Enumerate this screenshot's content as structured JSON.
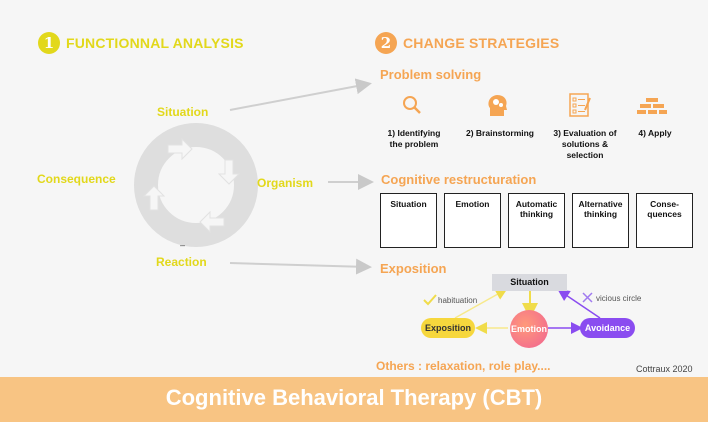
{
  "left": {
    "number": "1",
    "title": "FUNCTIONNAL ANALYSIS",
    "situation": "Situation",
    "consequence": "Consequence",
    "organism": "Organism",
    "dash": "–",
    "reaction": "Reaction"
  },
  "right": {
    "number": "2",
    "title": "CHANGE STRATEGIES",
    "problem_solving": {
      "title": "Problem solving",
      "steps": [
        {
          "label": "1) Identifying the problem",
          "icon": "magnifier-icon"
        },
        {
          "label": "2) Brainstorming",
          "icon": "head-gears-icon"
        },
        {
          "label": "3) Evaluation of solutions & selection",
          "icon": "checklist-icon"
        },
        {
          "label": "4) Apply",
          "icon": "bricks-icon"
        }
      ]
    },
    "restructuration": {
      "title": "Cognitive restructuration",
      "boxes": [
        "Situation",
        "Emotion",
        "Automatic thinking",
        "Alternative thinking",
        "Conse-quences"
      ]
    },
    "exposition": {
      "title": "Exposition",
      "situation": "Situation",
      "habituation": "habituation",
      "vicious_circle": "vicious circle",
      "exposition_node": "Exposition",
      "emotion_node": "Emotion",
      "avoidance_node": "Avoidance"
    },
    "others": "Others : relaxation, role play...."
  },
  "credit": "Cottraux 2020",
  "footer": "Cognitive Behavioral Therapy (CBT)",
  "colors": {
    "yellow": "#e2d81b",
    "orange": "#f5a553",
    "purple": "#8a4cf0",
    "bar": "#f8c483"
  }
}
